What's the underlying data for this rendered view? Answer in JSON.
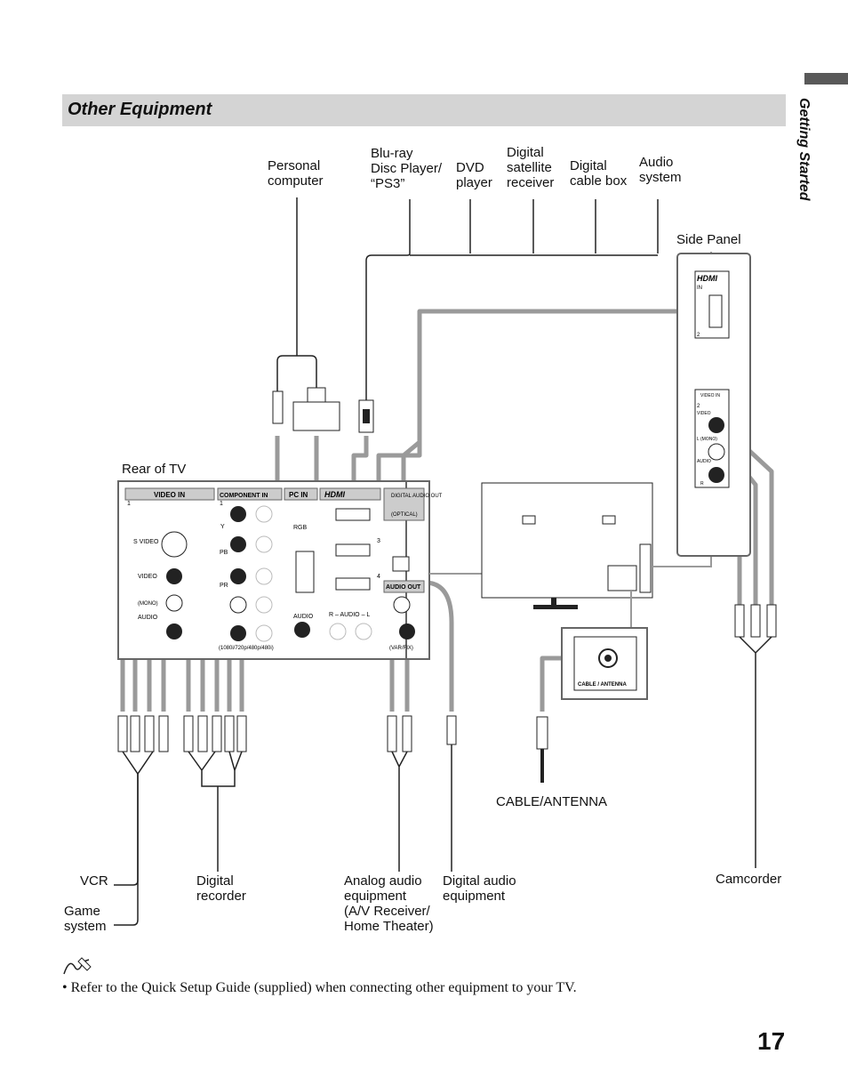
{
  "section": {
    "title": "Other Equipment"
  },
  "side_tab": {
    "label": "Getting Started"
  },
  "devices_top": {
    "pc": "Personal\ncomputer",
    "bluray": "Blu-ray\nDisc Player/\n“PS3”",
    "dvd": "DVD\nplayer",
    "satellite": "Digital\nsatellite\nreceiver",
    "cablebox": "Digital\ncable box",
    "audio_system": "Audio\nsystem"
  },
  "panels": {
    "side_panel": "Side Panel",
    "rear_of_tv": "Rear of TV"
  },
  "rear_panel": {
    "video_in": "VIDEO IN",
    "component_in": "COMPONENT IN",
    "pc_in": "PC IN",
    "hdmi": "HDMI",
    "digital_audio_out": "DIGITAL AUDIO OUT",
    "optical": "(OPTICAL)",
    "audio_out": "AUDIO OUT",
    "var_fix": "(VAR/FIX)",
    "s_video": "S VIDEO",
    "video": "VIDEO",
    "mono": "(MONO)",
    "audio": "AUDIO",
    "rgb": "RGB",
    "audio_l_r": "R – AUDIO – L",
    "y": "Y",
    "pb": "PB",
    "pr": "PR",
    "res": "(1080i/720p/480p/480i)",
    "num_1": "1",
    "num_3": "3",
    "num_4": "4"
  },
  "side_panel_jacks": {
    "hdmi_in": "IN",
    "num_2": "2",
    "video_in": "VIDEO IN",
    "video": "VIDEO",
    "mono": "L (MONO)",
    "audio": "AUDIO",
    "r": "R"
  },
  "antenna": {
    "jack": "CABLE / ANTENNA",
    "label": "CABLE/ANTENNA"
  },
  "devices_bottom": {
    "vcr": "VCR",
    "game": "Game\nsystem",
    "recorder": "Digital\nrecorder",
    "analog_audio": "Analog audio\nequipment\n(A/V Receiver/\nHome Theater)",
    "digital_audio": "Digital audio\nequipment",
    "camcorder": "Camcorder"
  },
  "note": {
    "text": "• Refer to the Quick Setup Guide (supplied) when connecting other equipment to your TV."
  },
  "page_number": "17",
  "colors": {
    "cable": "#9a9a9a",
    "section_bg": "#d4d4d4",
    "line": "#222222"
  }
}
